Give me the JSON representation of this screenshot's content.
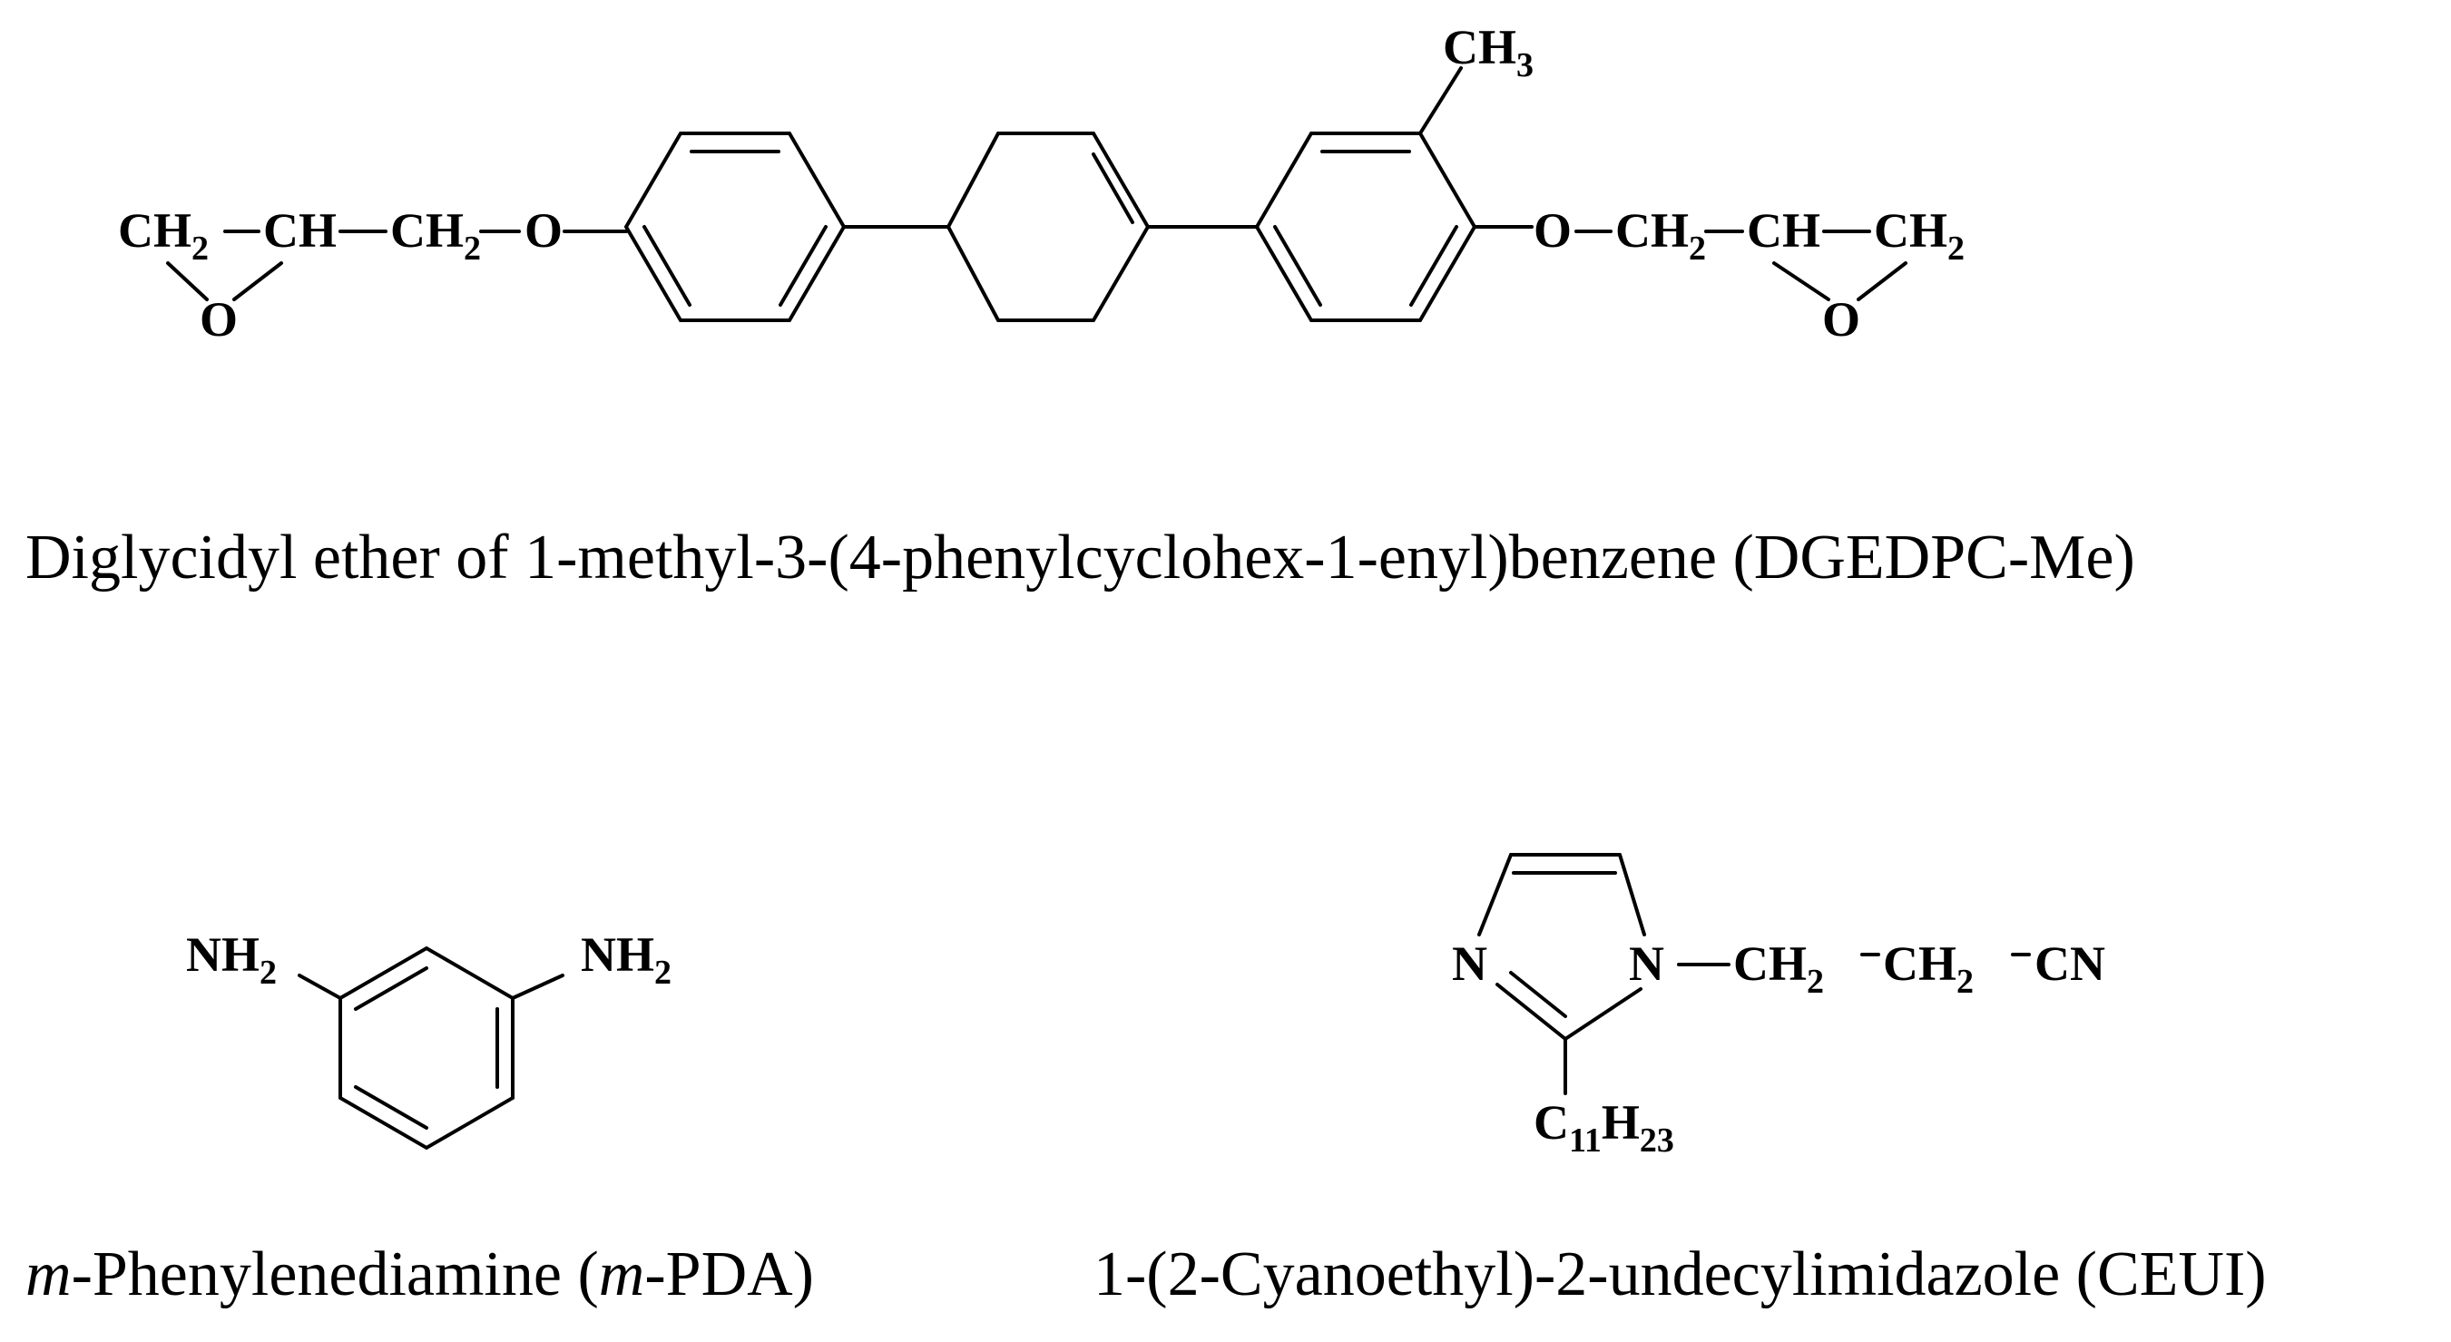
{
  "molecules": [
    {
      "id": "dgedpc-me",
      "caption": "Diglycidyl ether of 1-methyl-3-(4-phenylcyclohex-1-enyl)benzene (DGEDPC-Me)",
      "labels": {
        "ch2_left": "CH",
        "ch2_left_sub": "2",
        "ch_left": "CH",
        "ch2_left2": "CH",
        "ch2_left2_sub": "2",
        "o_left": "O",
        "epoxy_o_left": "O",
        "ch3": "CH",
        "ch3_sub": "3",
        "o_right": "O",
        "ch2_right": "CH",
        "ch2_right_sub": "2",
        "ch_right": "CH",
        "ch2_right2": "CH",
        "ch2_right2_sub": "2",
        "epoxy_o_right": "O"
      }
    },
    {
      "id": "m-pda",
      "caption_italic": "m",
      "caption_mid": "-Phenylenediamine (",
      "caption_italic2": "m",
      "caption_end": "-PDA)",
      "labels": {
        "nh2_left": "NH",
        "nh2_left_sub": "2",
        "nh2_right": "NH",
        "nh2_right_sub": "2"
      }
    },
    {
      "id": "ceui",
      "caption": "1-(2-Cyanoethyl)-2-undecylimidazole  (CEUI)",
      "labels": {
        "n_left": "N",
        "n_right": "N",
        "ch2_a": "CH",
        "ch2_a_sub": "2",
        "ch2_b": "CH",
        "ch2_b_sub": "2",
        "cn": "CN",
        "c11": "C",
        "c11_sub": "11",
        "h23": "H",
        "h23_sub": "23"
      }
    }
  ]
}
